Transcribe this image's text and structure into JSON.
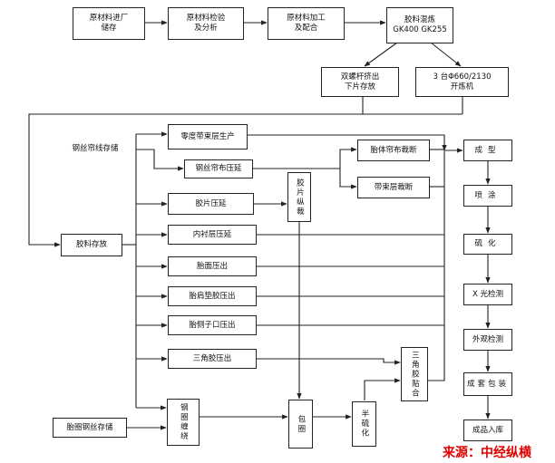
{
  "nodes": {
    "raw_storage": "原材料进厂\n储存",
    "raw_inspect": "原材料检验\n及分析",
    "raw_process": "原材料加工\n及配合",
    "rubber_mix": "胶料混炼\nGK400 GK255",
    "twin_screw": "双螺杆挤出\n下片存放",
    "mill": "3 台Φ660/2130\n开炼机",
    "steel_cord_storage": "钢丝帘线存储",
    "zero_belt": "零度带束层生产",
    "steel_cord_calender": "钢丝帘布压延",
    "ply_cut": "胎体帘布裁断",
    "belt_cut": "带束层裁断",
    "sheet_calender": "胶片压延",
    "sheet_slit": "胶片纵裁",
    "inner_liner": "内衬层压延",
    "compound_storage": "胶料存放",
    "tread_extrude": "胎面压出",
    "shoulder_extrude": "胎肩垫胶压出",
    "sidewall_extrude": "胎侧子口压出",
    "apex_extrude": "三角胶压出",
    "apex_attach": "三角胶贴合",
    "bead_wire_storage": "胎圈钢丝存储",
    "bead_winding": "钢圈缠绕",
    "wrap": "包圈",
    "semi_cure": "半硫化",
    "building": "成型",
    "spraying": "喷涂",
    "curing": "硫化",
    "xray": "X 光检测",
    "visual": "外观检测",
    "packing": "成套包装",
    "warehouse": "成品入库"
  },
  "source": "来源：中经纵横",
  "colors": {
    "line": "#222222",
    "source": "#e00000"
  }
}
